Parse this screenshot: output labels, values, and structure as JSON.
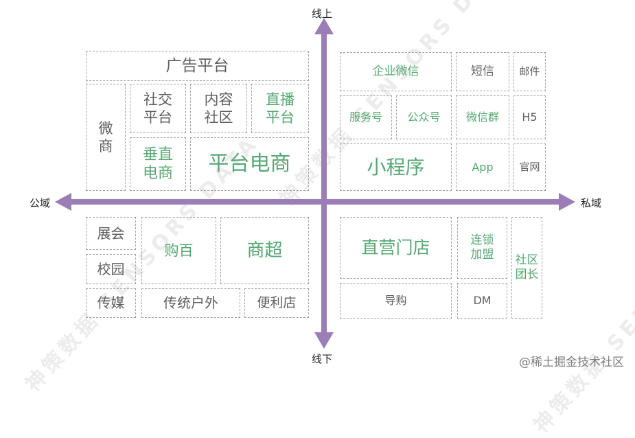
{
  "axes": {
    "top": "线上",
    "bottom": "线下",
    "left": "公域",
    "right": "私域",
    "color": "#9a7eb5"
  },
  "colors": {
    "gray_text": "#5f5f5f",
    "green_text": "#55a873",
    "border": "#a3a3a3"
  },
  "quadrants": {
    "top_left": {
      "ad_platform": "广告平台",
      "weishang": "微\n商",
      "social_platform": "社交\n平台",
      "content_community": "内容\n社区",
      "live_platform": "直播\n平台",
      "vertical_ecommerce": "垂直\n电商",
      "platform_ecommerce": "平台电商"
    },
    "top_right": {
      "wecom": "企业微信",
      "sms": "短信",
      "email": "邮件",
      "service_account": "服务号",
      "public_account": "公众号",
      "wechat_group": "微信群",
      "h5": "H5",
      "mini_program": "小程序",
      "app": "App",
      "official_site": "官网"
    },
    "bottom_left": {
      "exhibition": "展会",
      "campus": "校园",
      "media": "传媒",
      "department_store": "购百",
      "supermarket": "商超",
      "outdoor": "传统户外",
      "convenience_store": "便利店"
    },
    "bottom_right": {
      "direct_store": "直营门店",
      "chain_franchise": "连锁\n加盟",
      "community_leader": "社区\n团长",
      "shopping_guide": "导购",
      "dm": "DM"
    }
  },
  "watermark": "@稀土掘金技术社区",
  "background_watermark": "神策数据 SENSORS DATA"
}
